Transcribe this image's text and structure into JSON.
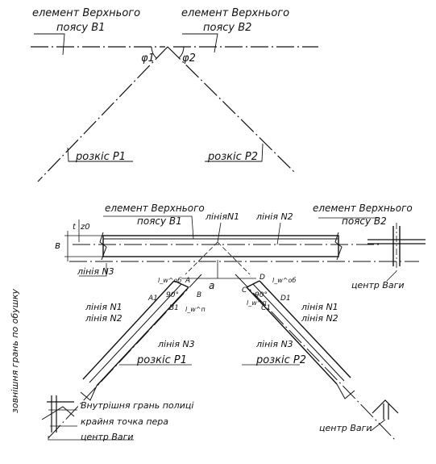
{
  "top": {
    "label_b1": [
      "елемент Верхнього",
      "поясу В1"
    ],
    "label_b2": [
      "елемент Верхнього",
      "поясу В2"
    ],
    "phi1": "φ1",
    "phi2": "φ2",
    "label_p1": "розкіс Р1",
    "label_p2": "розкіс Р2"
  },
  "bottom": {
    "label_b1": [
      "елемент Верхнього",
      "поясу В1"
    ],
    "label_b2": [
      "елемент Верхнього",
      "поясу В2"
    ],
    "line_n1_top": "лініяN1",
    "line_n2_top": "лінія N2",
    "line_n3_top": "лінія N3",
    "dim_b": "в",
    "dim_t": "t",
    "dim_z0": "z0",
    "dim_a": "a",
    "center_right": "центр Ваги",
    "left_side_label": "зовнішня грань по обушку",
    "p1_line_n1": "лінія N1",
    "p1_line_n2": "лінія N2",
    "p1_line_n3": "лінія N3",
    "p1_label": "розкіс Р1",
    "p2_line_n1": "лінія N1",
    "p2_line_n2": "лінія N2",
    "p2_line_n3": "лінія N3",
    "p2_label": "розкіс Р2",
    "inner_edge": "Внутрішня грань полиці",
    "extreme_point": "крайня точка пера",
    "center_left": "центр Ваги",
    "center_p2": "центр Ваги",
    "mark_a": "A",
    "mark_a1": "A1",
    "mark_b": "B",
    "mark_b1": "B1",
    "mark_c": "C",
    "mark_c1": "C1",
    "mark_d": "D",
    "mark_d1": "D1",
    "mark_90a": "90°",
    "mark_90b": "90°",
    "lw_ob1": "l_w^об",
    "lw_p1": "l_w^п",
    "lw_ob2": "l_w^об",
    "lw_p2": "l_w^п"
  }
}
